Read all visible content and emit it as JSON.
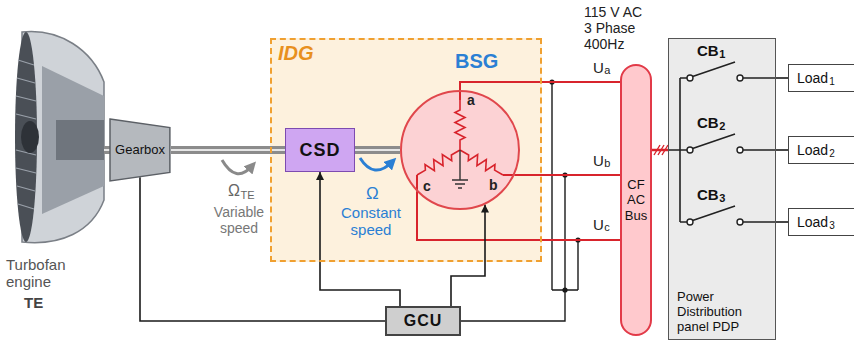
{
  "diagram": {
    "nodes": [
      {
        "text": [
          "Gearbox"
        ]
      },
      {
        "text": [
          "IDG"
        ]
      },
      {
        "text": [
          "CSD"
        ],
        "in": 1
      },
      {
        "text": [
          "BSG"
        ],
        "in": 1
      },
      {
        "text": [
          "GCU"
        ]
      },
      {
        "text": [
          "CF AC Bus"
        ]
      },
      {
        "text": [
          "Power Distribution panel PDP"
        ]
      },
      {
        "text": [
          "Load",
          "1"
        ]
      },
      {
        "text": [
          "Load",
          "2"
        ]
      },
      {
        "text": [
          "Load",
          "3"
        ]
      }
    ],
    "edges": [
      {
        "from": 0,
        "to": 2,
        "arrow": "none"
      },
      {
        "from": 2,
        "to": 3,
        "arrow": "none"
      },
      {
        "from": 3,
        "to": 5,
        "arrow": "none"
      },
      {
        "from": 3,
        "to": 5,
        "arrow": "none"
      },
      {
        "from": 3,
        "to": 5,
        "arrow": "none"
      },
      {
        "from": 0,
        "to": 4,
        "arrow": "none"
      },
      {
        "from": 4,
        "to": 2,
        "arrow": "to"
      },
      {
        "from": 4,
        "to": 3,
        "arrow": "to"
      },
      {
        "from": 5,
        "to": 6,
        "arrow": "none"
      },
      {
        "from": 6,
        "to": 7,
        "arrow": "none"
      },
      {
        "from": 6,
        "to": 8,
        "arrow": "none"
      },
      {
        "from": 6,
        "to": 9,
        "arrow": "none"
      }
    ],
    "labels": [
      "Turbofan engine",
      "TE",
      "Ω",
      "TE",
      "Variable speed",
      "Ω",
      "Constant speed",
      "a",
      "b",
      "c",
      "115 V AC 3 Phase 400Hz",
      "U",
      "a",
      "U",
      "b",
      "U",
      "c",
      "CB",
      "1",
      "CB",
      "2",
      "CB",
      "3"
    ]
  }
}
